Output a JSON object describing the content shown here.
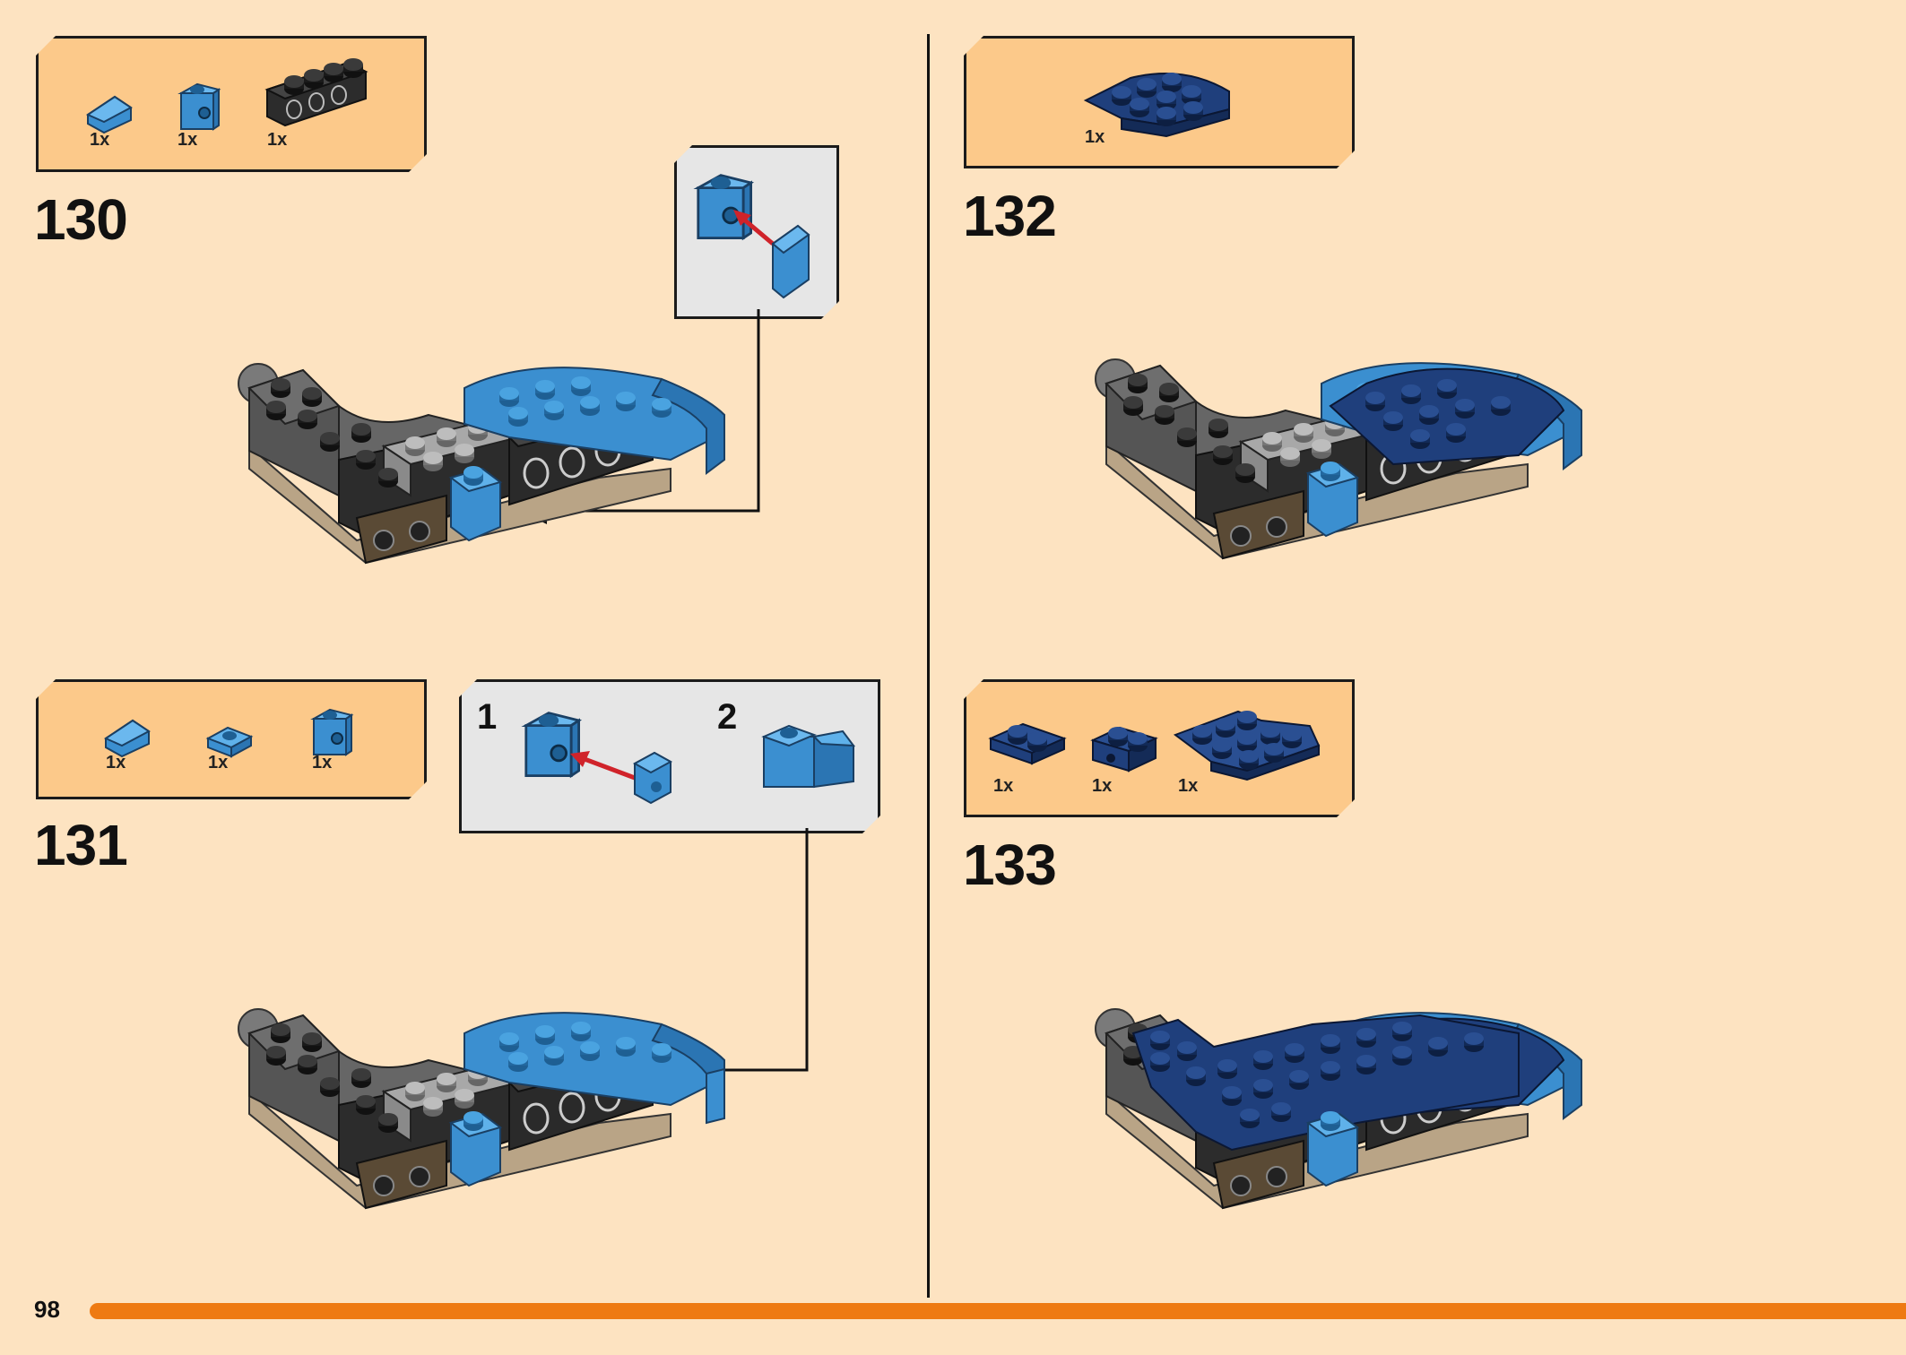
{
  "steps": [
    {
      "number": "130",
      "parts": [
        {
          "qty": "1x",
          "icon": "light-blue-slope-icon"
        },
        {
          "qty": "1x",
          "icon": "light-blue-bracket-icon"
        },
        {
          "qty": "1x",
          "icon": "black-technic-brick-icon"
        }
      ]
    },
    {
      "number": "131",
      "parts": [
        {
          "qty": "1x",
          "icon": "light-blue-slope-icon"
        },
        {
          "qty": "1x",
          "icon": "light-blue-plate-icon"
        },
        {
          "qty": "1x",
          "icon": "light-blue-bracket-icon"
        }
      ],
      "substeps": [
        "1",
        "2"
      ]
    },
    {
      "number": "132",
      "parts": [
        {
          "qty": "1x",
          "icon": "dark-blue-round-plate-icon"
        }
      ]
    },
    {
      "number": "133",
      "parts": [
        {
          "qty": "1x",
          "icon": "dark-blue-plate-icon"
        },
        {
          "qty": "1x",
          "icon": "dark-blue-bracket-icon"
        },
        {
          "qty": "1x",
          "icon": "dark-blue-corner-plate-icon"
        }
      ]
    }
  ],
  "colors": {
    "background": "#fde3c1",
    "parts_box": "#fcc98a",
    "callout": "#e6e6e6",
    "light_blue": "#3b8fd0",
    "dark_blue": "#1f3f7c",
    "black_brick": "#2c2c2c",
    "tan": "#b9a486",
    "accent_bar": "#ee7a12",
    "arrow_red": "#d0232a"
  },
  "page": {
    "number": "98"
  }
}
